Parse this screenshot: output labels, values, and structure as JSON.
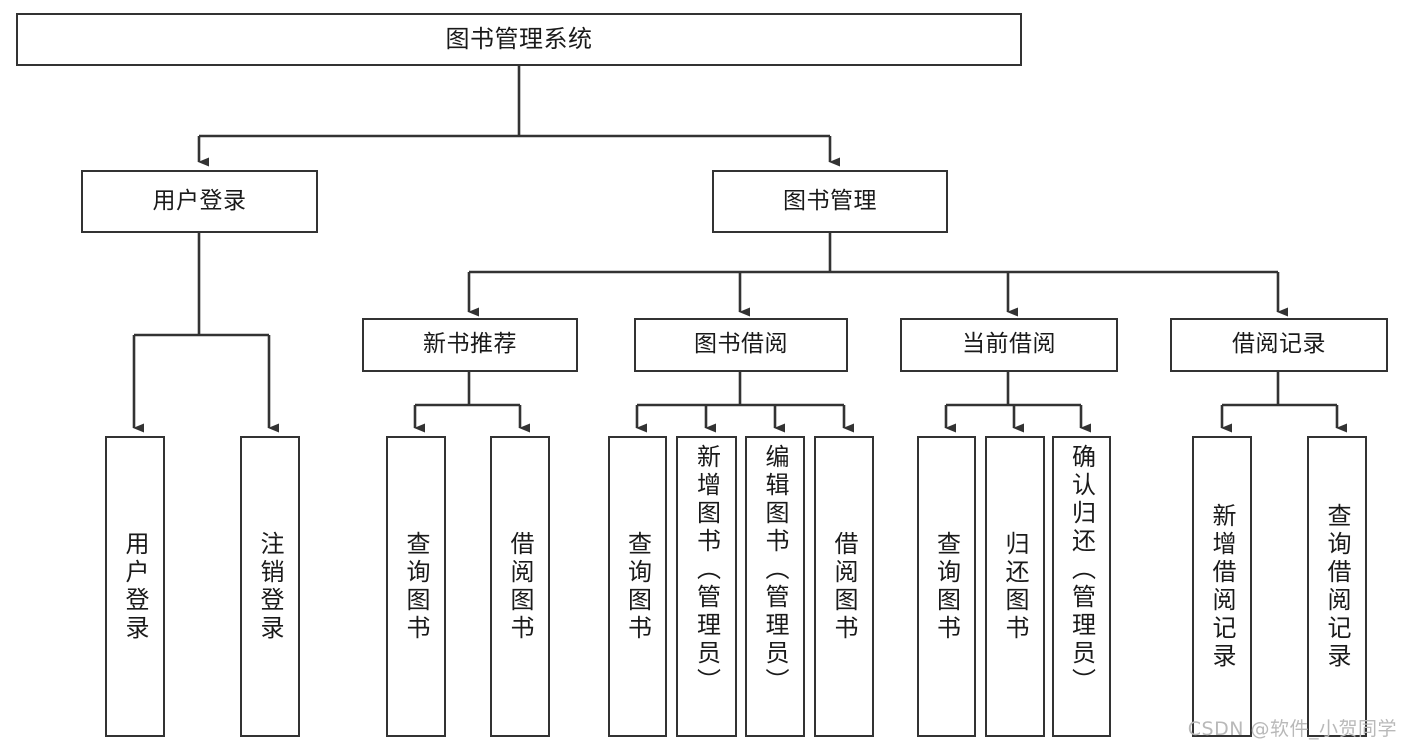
{
  "diagram": {
    "title": "图书管理系统",
    "type": "tree-hierarchy-chart",
    "colors": {
      "background": "#ffffff",
      "box_border": "#333333",
      "box_fill": "#ffffff",
      "edge": "#333333",
      "text": "#1a1a1a",
      "watermark": "#b9b9b9"
    },
    "root": {
      "label": "图书管理系统"
    },
    "level2": [
      {
        "label": "用户登录"
      },
      {
        "label": "图书管理"
      }
    ],
    "level3": [
      {
        "label": "新书推荐"
      },
      {
        "label": "图书借阅"
      },
      {
        "label": "当前借阅"
      },
      {
        "label": "借阅记录"
      }
    ],
    "leaves": {
      "user_login": [
        {
          "label": "用户登录"
        },
        {
          "label": "注销登录"
        }
      ],
      "new_book_rec": [
        {
          "label": "查询图书"
        },
        {
          "label": "借阅图书"
        }
      ],
      "book_borrow": [
        {
          "label": "查询图书"
        },
        {
          "label": "新增图书（管理员）"
        },
        {
          "label": "编辑图书（管理员）"
        },
        {
          "label": "借阅图书"
        }
      ],
      "current_borrow": [
        {
          "label": "查询图书"
        },
        {
          "label": "归还图书"
        },
        {
          "label": "确认归还（管理员）"
        }
      ],
      "borrow_record": [
        {
          "label": "新增借阅记录"
        },
        {
          "label": "查询借阅记录"
        }
      ]
    }
  },
  "watermark": {
    "text": "CSDN @软件_小贺同学"
  }
}
